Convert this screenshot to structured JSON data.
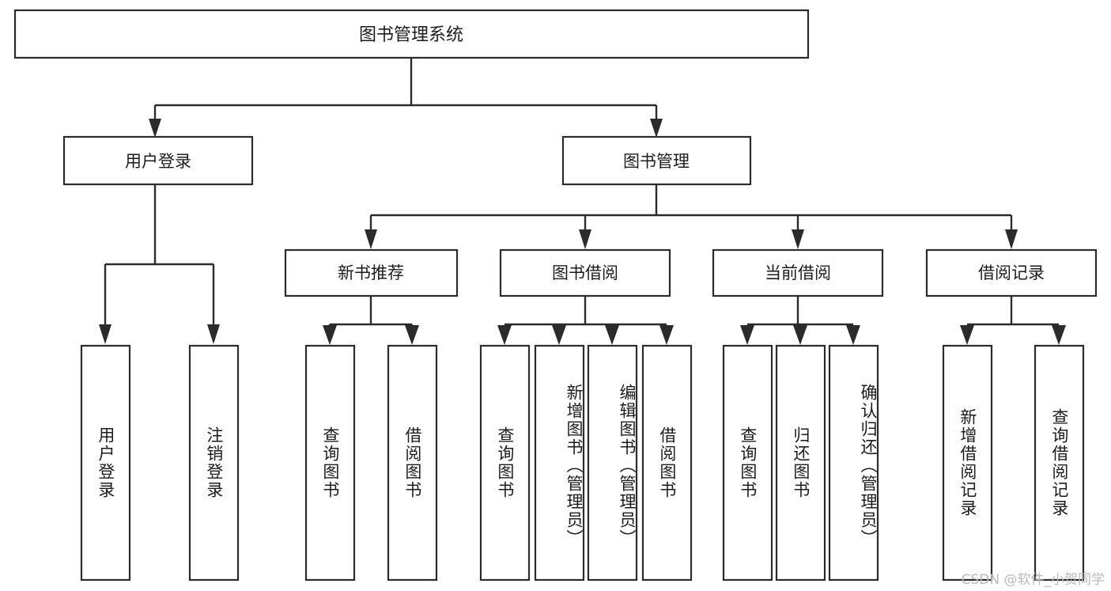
{
  "diagram": {
    "title": "图书管理系统",
    "type": "tree",
    "orientation": "top-down",
    "colors": {
      "background": "#ffffff",
      "box_fill": "#ffffff",
      "box_stroke": "#2b2b2b",
      "connector": "#2b2b2b",
      "text": "#1c1c1c",
      "watermark": "#b9b9b9"
    },
    "root": {
      "id": "root",
      "label": "图书管理系统"
    },
    "level2": [
      {
        "id": "user-login",
        "label": "用户登录"
      },
      {
        "id": "book-management",
        "label": "图书管理"
      }
    ],
    "level3": [
      {
        "id": "new-book-recommend",
        "label": "新书推荐",
        "parent": "book-management"
      },
      {
        "id": "book-borrow",
        "label": "图书借阅",
        "parent": "book-management"
      },
      {
        "id": "current-borrow",
        "label": "当前借阅",
        "parent": "book-management"
      },
      {
        "id": "borrow-record",
        "label": "借阅记录",
        "parent": "book-management"
      }
    ],
    "leaves": {
      "user_login": [
        {
          "id": "leaf-user-login",
          "label": "用户登录"
        },
        {
          "id": "leaf-user-logout",
          "label": "注销登录"
        }
      ],
      "new_book_recommend": [
        {
          "id": "leaf-query-book-1",
          "label": "查询图书"
        },
        {
          "id": "leaf-borrow-book-1",
          "label": "借阅图书"
        }
      ],
      "book_borrow": [
        {
          "id": "leaf-query-book-2",
          "label": "查询图书"
        },
        {
          "id": "leaf-add-book",
          "label": "新增图书（管理员）"
        },
        {
          "id": "leaf-edit-book",
          "label": "编辑图书（管理员）"
        },
        {
          "id": "leaf-borrow-book-2",
          "label": "借阅图书"
        }
      ],
      "current_borrow": [
        {
          "id": "leaf-query-book-3",
          "label": "查询图书"
        },
        {
          "id": "leaf-return-book",
          "label": "归还图书"
        },
        {
          "id": "leaf-confirm-return",
          "label": "确认归还（管理员）"
        }
      ],
      "borrow_record": [
        {
          "id": "leaf-add-record",
          "label": "新增借阅记录"
        },
        {
          "id": "leaf-query-record",
          "label": "查询借阅记录"
        }
      ]
    }
  },
  "watermark": {
    "text": "CSDN @软件_小贺同学"
  }
}
